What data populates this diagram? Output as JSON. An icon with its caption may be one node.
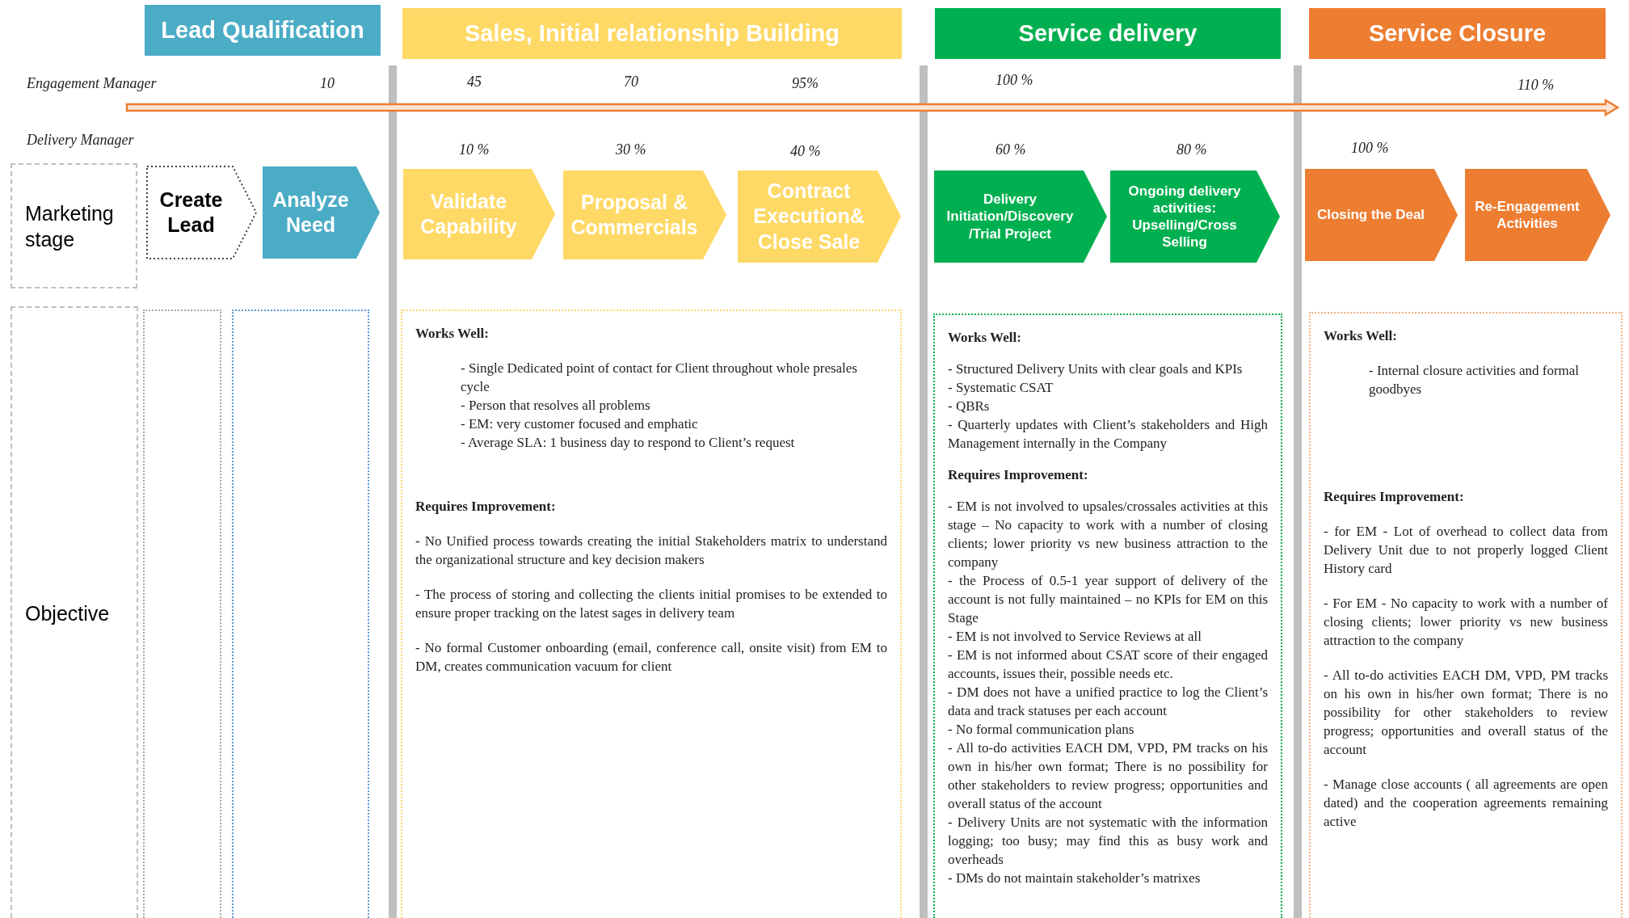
{
  "diagram": {
    "nodes": [
      {
        "text": [
          "Lead Qualification"
        ]
      },
      {
        "text": [
          "Sales, Initial relationship Building"
        ]
      },
      {
        "text": [
          "Service delivery"
        ]
      },
      {
        "text": [
          "Service Closure"
        ]
      },
      {
        "text": [
          "Marketing stage"
        ]
      },
      {
        "text": [
          "Create Lead"
        ]
      },
      {
        "text": [
          "Analyze Need"
        ]
      },
      {
        "text": [
          "Validate Capability"
        ]
      },
      {
        "text": [
          "Proposal & Commercials"
        ]
      },
      {
        "text": [
          "Contract Execution& Close Sale"
        ]
      },
      {
        "text": [
          "Delivery Initiation/Discovery /Trial Project"
        ]
      },
      {
        "text": [
          "Ongoing delivery activities: Upselling/Cross Selling"
        ]
      },
      {
        "text": [
          "Closing the Deal"
        ]
      },
      {
        "text": [
          "Re-Engagement Activities"
        ]
      },
      {
        "text": [
          "Objective"
        ]
      },
      {
        "text": [],
        "shape": "box"
      },
      {
        "text": [],
        "shape": "box"
      },
      {
        "text": [
          "Works Well:",
          "- Single Dedicated point of contact for Client throughout whole presales cycle",
          "- Person that resolves all problems",
          "- EM: very customer focused and emphatic",
          "- Average SLA: 1 business day to respond to Client’s request",
          "Requires Improvement:",
          "- No Unified process towards creating the initial Stakeholders matrix to understand the organizational structure and key decision makers",
          "- The process of storing and collecting the clients initial promises to be extended to ensure proper tracking on the latest sages in delivery team",
          "- No formal Customer onboarding (email, conference call, onsite visit) from EM to DM, creates communication vacuum for client"
        ]
      },
      {
        "text": [
          "Works Well:",
          "- Structured Delivery Units with clear goals and KPIs",
          "- Systematic CSAT",
          "- QBRs",
          "- Quarterly updates with Client’s stakeholders and High Management internally in the Company",
          "Requires Improvement:",
          "- EM is not involved to upsales/crossales activities at this stage – No capacity to work with a number of closing clients; lower priority vs new business attraction to the company",
          "- the Process of 0.5-1 year support of delivery of the account is not fully maintained – no KPIs for EM on this Stage",
          "- EM is not involved to Service Reviews at all",
          "- EM is not informed about CSAT score of their engaged accounts, issues their, possible needs etc.",
          "- DM does not have a unified practice to log the Client’s data and track statuses per each account",
          "- No formal communication plans",
          "- All to-do activities EACH DM, VPD, PM tracks on his own in his/her own format; There is no possibility for other stakeholders to review progress; opportunities and overall status of the account",
          "- Delivery Units are not systematic with the information logging; too busy; may find this as busy work and overheads",
          "- DMs do not maintain stakeholder’s matrixes"
        ]
      },
      {
        "text": [
          "Works Well:",
          "- Internal closure activities and formal goodbyes",
          "Requires Improvement:",
          "- for EM - Lot of overhead to collect data from Delivery Unit due to not properly logged Client History card",
          "- For EM - No capacity to work with a number of closing clients; lower priority vs new business attraction to the company",
          "- All to-do activities EACH DM, VPD, PM tracks on his own in his/her own format; There is no possibility for other stakeholders to review progress; opportunities and overall status of the account",
          "- Manage close accounts ( all agreements are open dated) and the cooperation agreements remaining active"
        ]
      }
    ],
    "labels": [
      "Engagement Manager",
      "10",
      "45",
      "70",
      "95%",
      "100 %",
      "110 %",
      "Delivery Manager",
      "10 %",
      "30 %",
      "40 %",
      "60 %",
      "80 %",
      "100 %"
    ]
  }
}
